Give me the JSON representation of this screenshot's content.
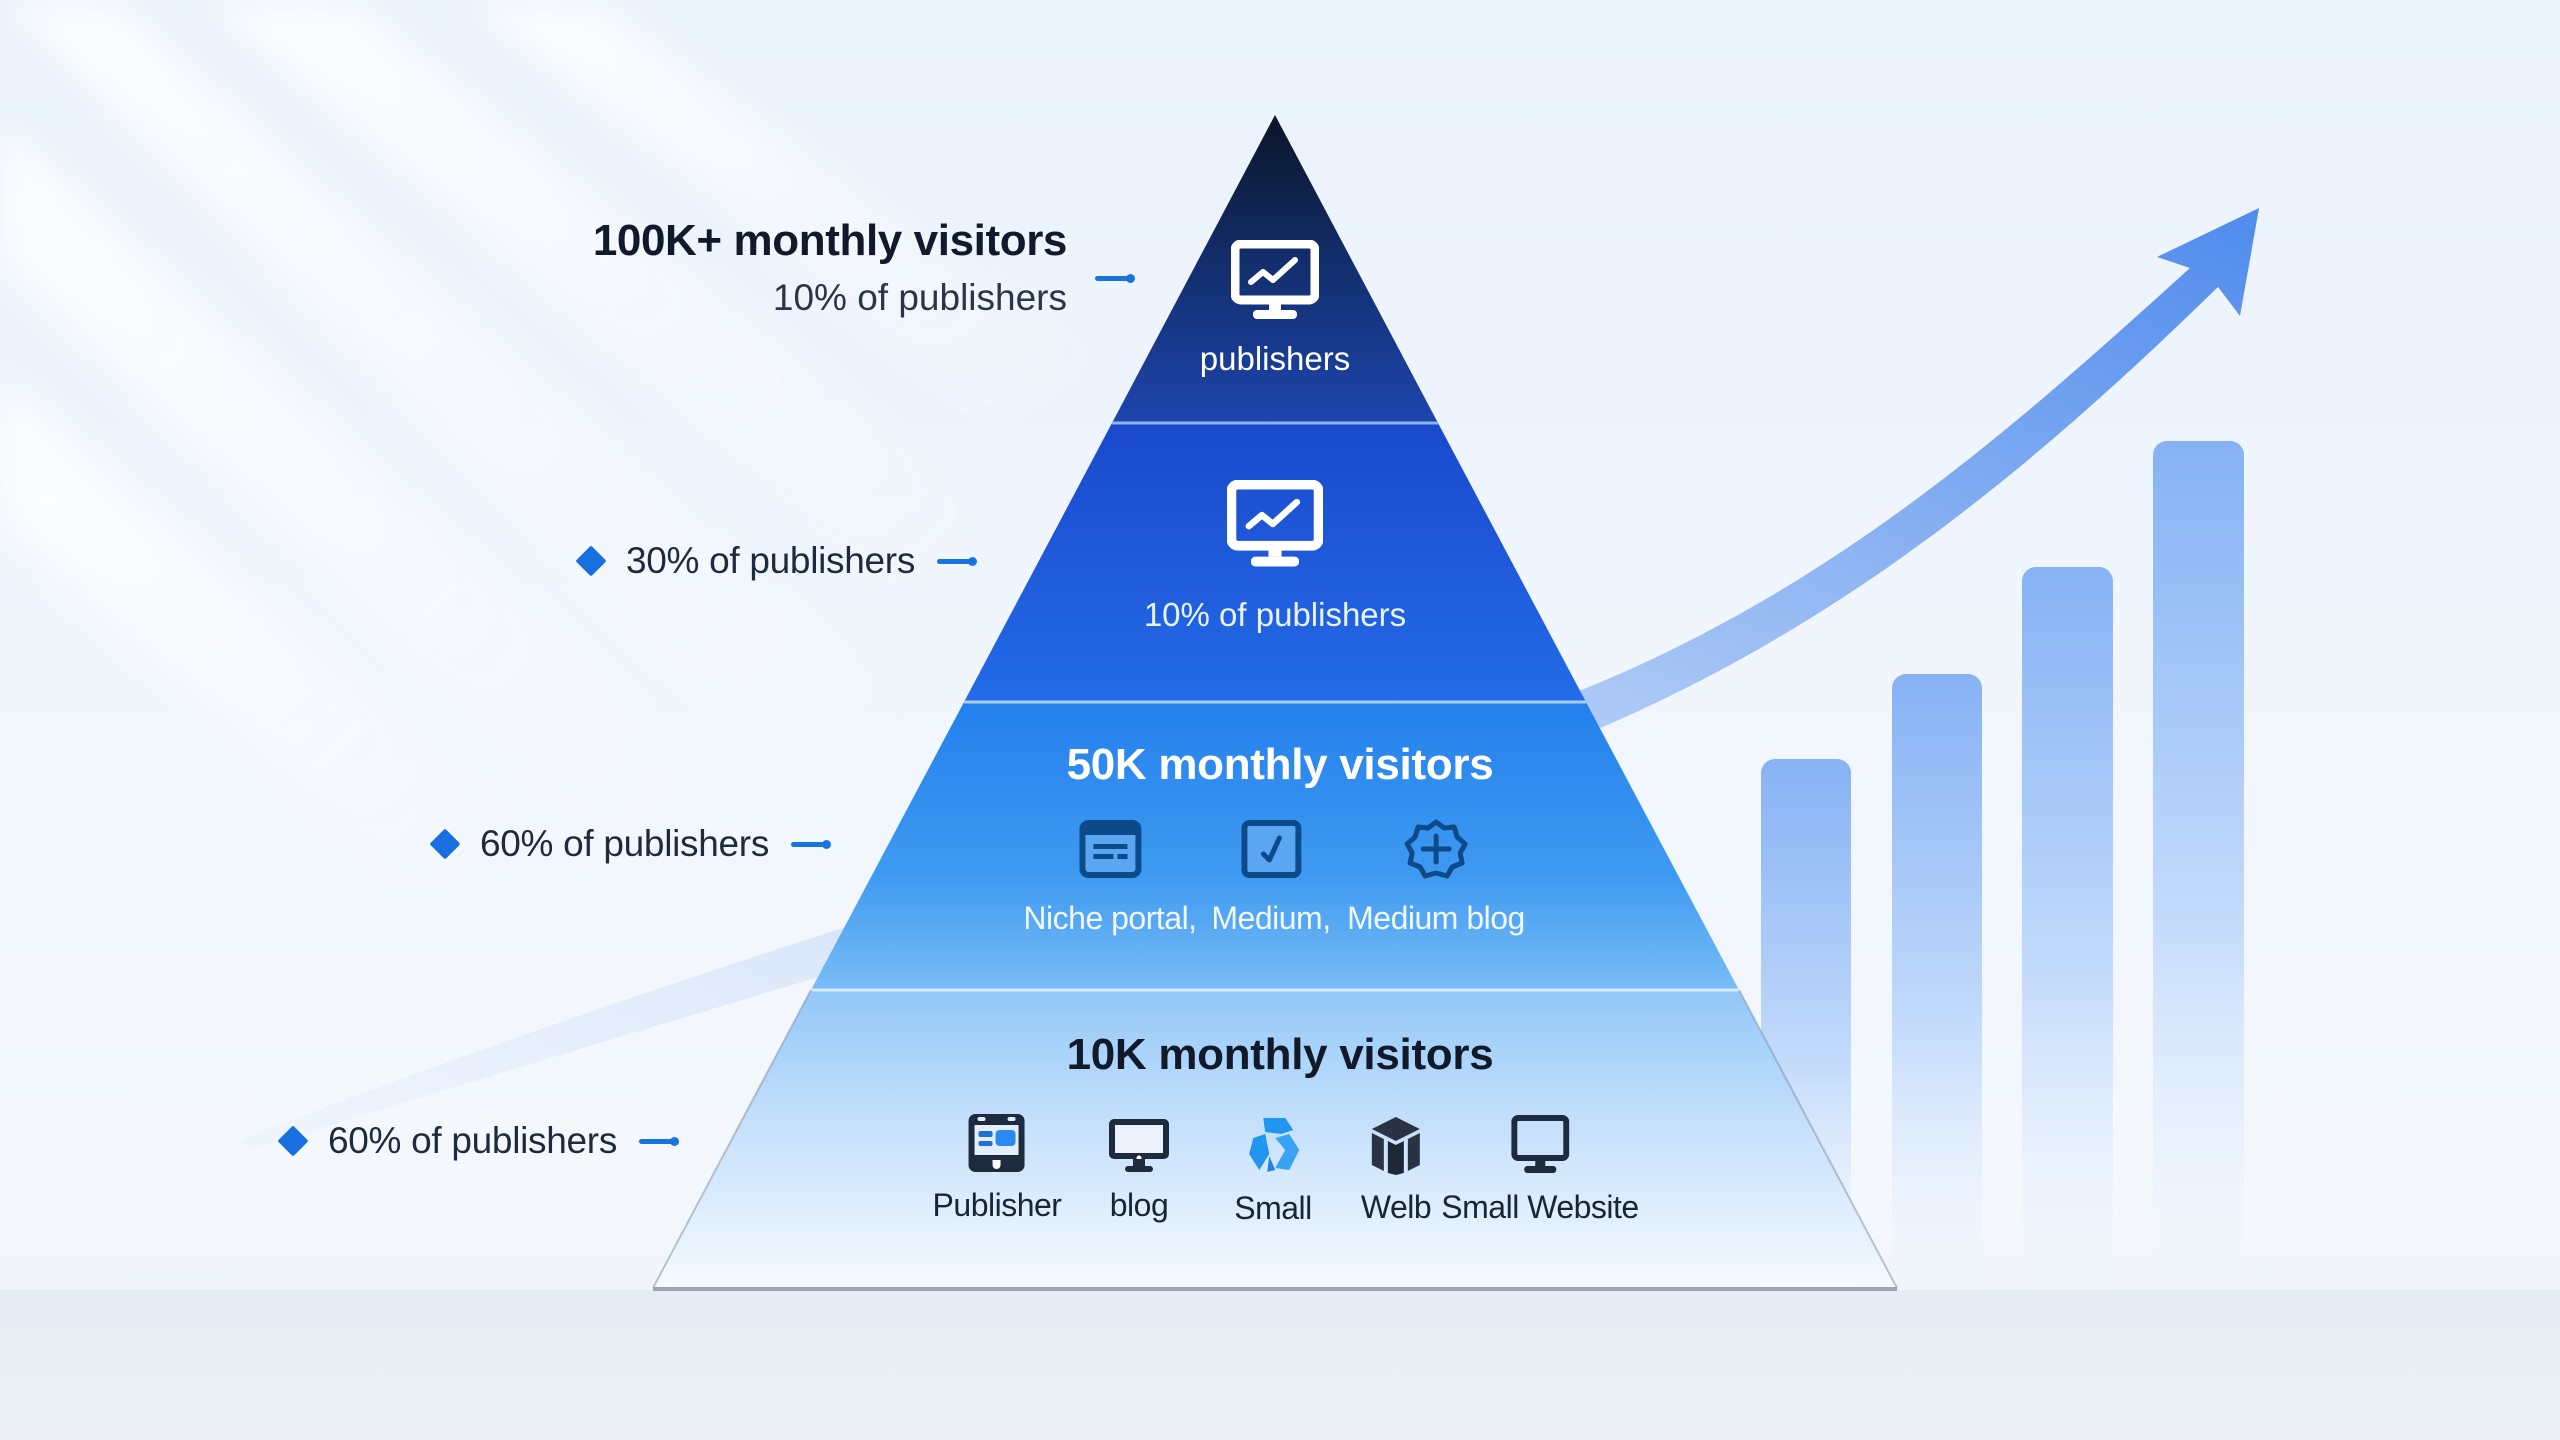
{
  "colors": {
    "tier1_top": "#0d1a33",
    "tier1_bottom": "#1d46b0",
    "tier2": "#1f5fe0",
    "tier3": "#3a95f0",
    "tier4_top": "#9ccdf8",
    "tier4_bottom": "#f3f8fe",
    "accent": "#1a6fe0",
    "text_dark": "#111a2b",
    "bars": "#8fb8f5",
    "arrow": "#5b95ee"
  },
  "left_labels": {
    "tier1": {
      "heading": "100K+ monthly visitors",
      "sub": "10% of publishers"
    },
    "tier2": {
      "text": "30% of publishers"
    },
    "tier3": {
      "text": "60% of publishers"
    },
    "tier4": {
      "text": "60% of publishers"
    }
  },
  "pyramid": {
    "tier1": {
      "icon": "monitor-chart-icon",
      "label": "publishers"
    },
    "tier2": {
      "icon": "monitor-chart-icon",
      "label": "10% of publishers"
    },
    "tier3": {
      "title": "50K monthly visitors",
      "items": [
        {
          "icon": "browser-window-icon",
          "label": "Niche portal,"
        },
        {
          "icon": "edit-square-icon",
          "label": "Medium,"
        },
        {
          "icon": "badge-plus-icon",
          "label": "Medium blog"
        }
      ]
    },
    "tier4": {
      "title": "10K monthly visitors",
      "items": [
        {
          "icon": "tablet-icon",
          "label": "Publisher"
        },
        {
          "icon": "desktop-icon",
          "label": "blog"
        },
        {
          "icon": "hexagon-logo-icon",
          "label": "Small"
        },
        {
          "icon": "cube-icon",
          "label": "Welb"
        },
        {
          "icon": "monitor-icon",
          "label": "Small Website"
        }
      ]
    }
  },
  "growth_chart": {
    "bars": 4,
    "relative_heights": [
      1,
      1.35,
      1.6,
      1.95
    ]
  }
}
